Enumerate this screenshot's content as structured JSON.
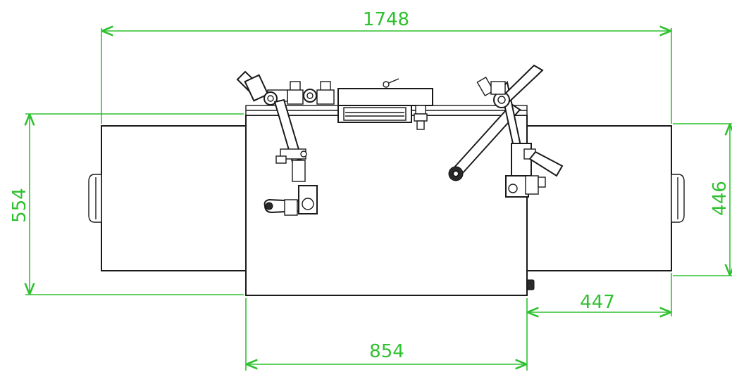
{
  "dimensions": {
    "overall_width": "1748",
    "left_height": "554",
    "right_height": "446",
    "right_roller_width": "447",
    "center_width": "854"
  },
  "colors": {
    "dimension": "#2fc12f",
    "outline": "#1a1a1a",
    "background": "#ffffff"
  }
}
